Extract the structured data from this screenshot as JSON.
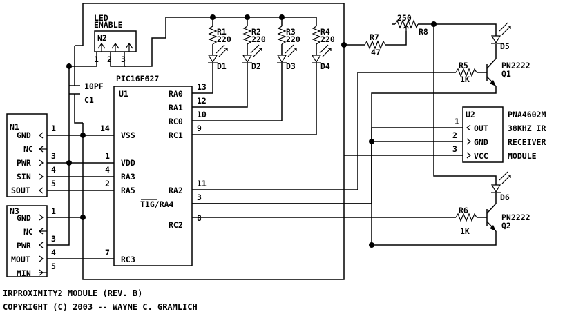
{
  "title": "IRPROXIMITY2 MODULE (REV. B)",
  "copyright": "COPYRIGHT (C) 2003 -- WAYNE C. GRAMLICH",
  "n2": {
    "heading1": "LED",
    "heading2": "ENABLE",
    "ref": "N2",
    "pins": [
      "1",
      "2",
      "3"
    ]
  },
  "c1": {
    "value": "10PF",
    "ref": "C1"
  },
  "u1": {
    "name": "PIC16F627",
    "ref": "U1",
    "pins_left": [
      {
        "num": "14",
        "name": "VSS"
      },
      {
        "num": "1",
        "name": "VDD"
      },
      {
        "num": "4",
        "name": "RA3"
      },
      {
        "num": "2",
        "name": "RA5"
      },
      {
        "num": "7",
        "name": "RC3"
      }
    ],
    "pins_right": [
      {
        "num": "13",
        "name": "RA0"
      },
      {
        "num": "12",
        "name": "RA1"
      },
      {
        "num": "10",
        "name": "RC0"
      },
      {
        "num": "9",
        "name": "RC1"
      },
      {
        "num": "11",
        "name": "RA2"
      },
      {
        "num": "3",
        "name": "T1G/RA4"
      },
      {
        "num": "8",
        "name": "RC2"
      }
    ]
  },
  "n1": {
    "ref": "N1",
    "pins": [
      {
        "num": "1",
        "name": "GND"
      },
      {
        "num": "",
        "name": "NC"
      },
      {
        "num": "3",
        "name": "PWR"
      },
      {
        "num": "4",
        "name": "SIN"
      },
      {
        "num": "5",
        "name": "SOUT"
      }
    ]
  },
  "n3": {
    "ref": "N3",
    "pins": [
      {
        "num": "1",
        "name": "GND"
      },
      {
        "num": "",
        "name": "NC"
      },
      {
        "num": "3",
        "name": "PWR"
      },
      {
        "num": "4",
        "name": "MOUT"
      },
      {
        "num": "5",
        "name": "MIN"
      }
    ]
  },
  "resistors": [
    {
      "ref": "R1",
      "value": "220"
    },
    {
      "ref": "R2",
      "value": "220"
    },
    {
      "ref": "R3",
      "value": "220"
    },
    {
      "ref": "R4",
      "value": "220"
    }
  ],
  "leds": [
    "D1",
    "D2",
    "D3",
    "D4"
  ],
  "r7": {
    "ref": "R7",
    "value": "47"
  },
  "r8": {
    "ref": "R8",
    "value": "250"
  },
  "r5": {
    "ref": "R5",
    "value": "1K"
  },
  "r6": {
    "ref": "R6",
    "value": "1K"
  },
  "q1": {
    "ref": "Q1",
    "part": "PN2222"
  },
  "q2": {
    "ref": "Q2",
    "part": "PN2222"
  },
  "d5": "D5",
  "d6": "D6",
  "u2": {
    "ref": "U2",
    "desc": [
      "PNA4602M",
      "38KHZ IR",
      "RECEIVER",
      "MODULE"
    ],
    "pins": [
      {
        "num": "1",
        "name": "OUT"
      },
      {
        "num": "2",
        "name": "GND"
      },
      {
        "num": "3",
        "name": "VCC"
      }
    ]
  }
}
